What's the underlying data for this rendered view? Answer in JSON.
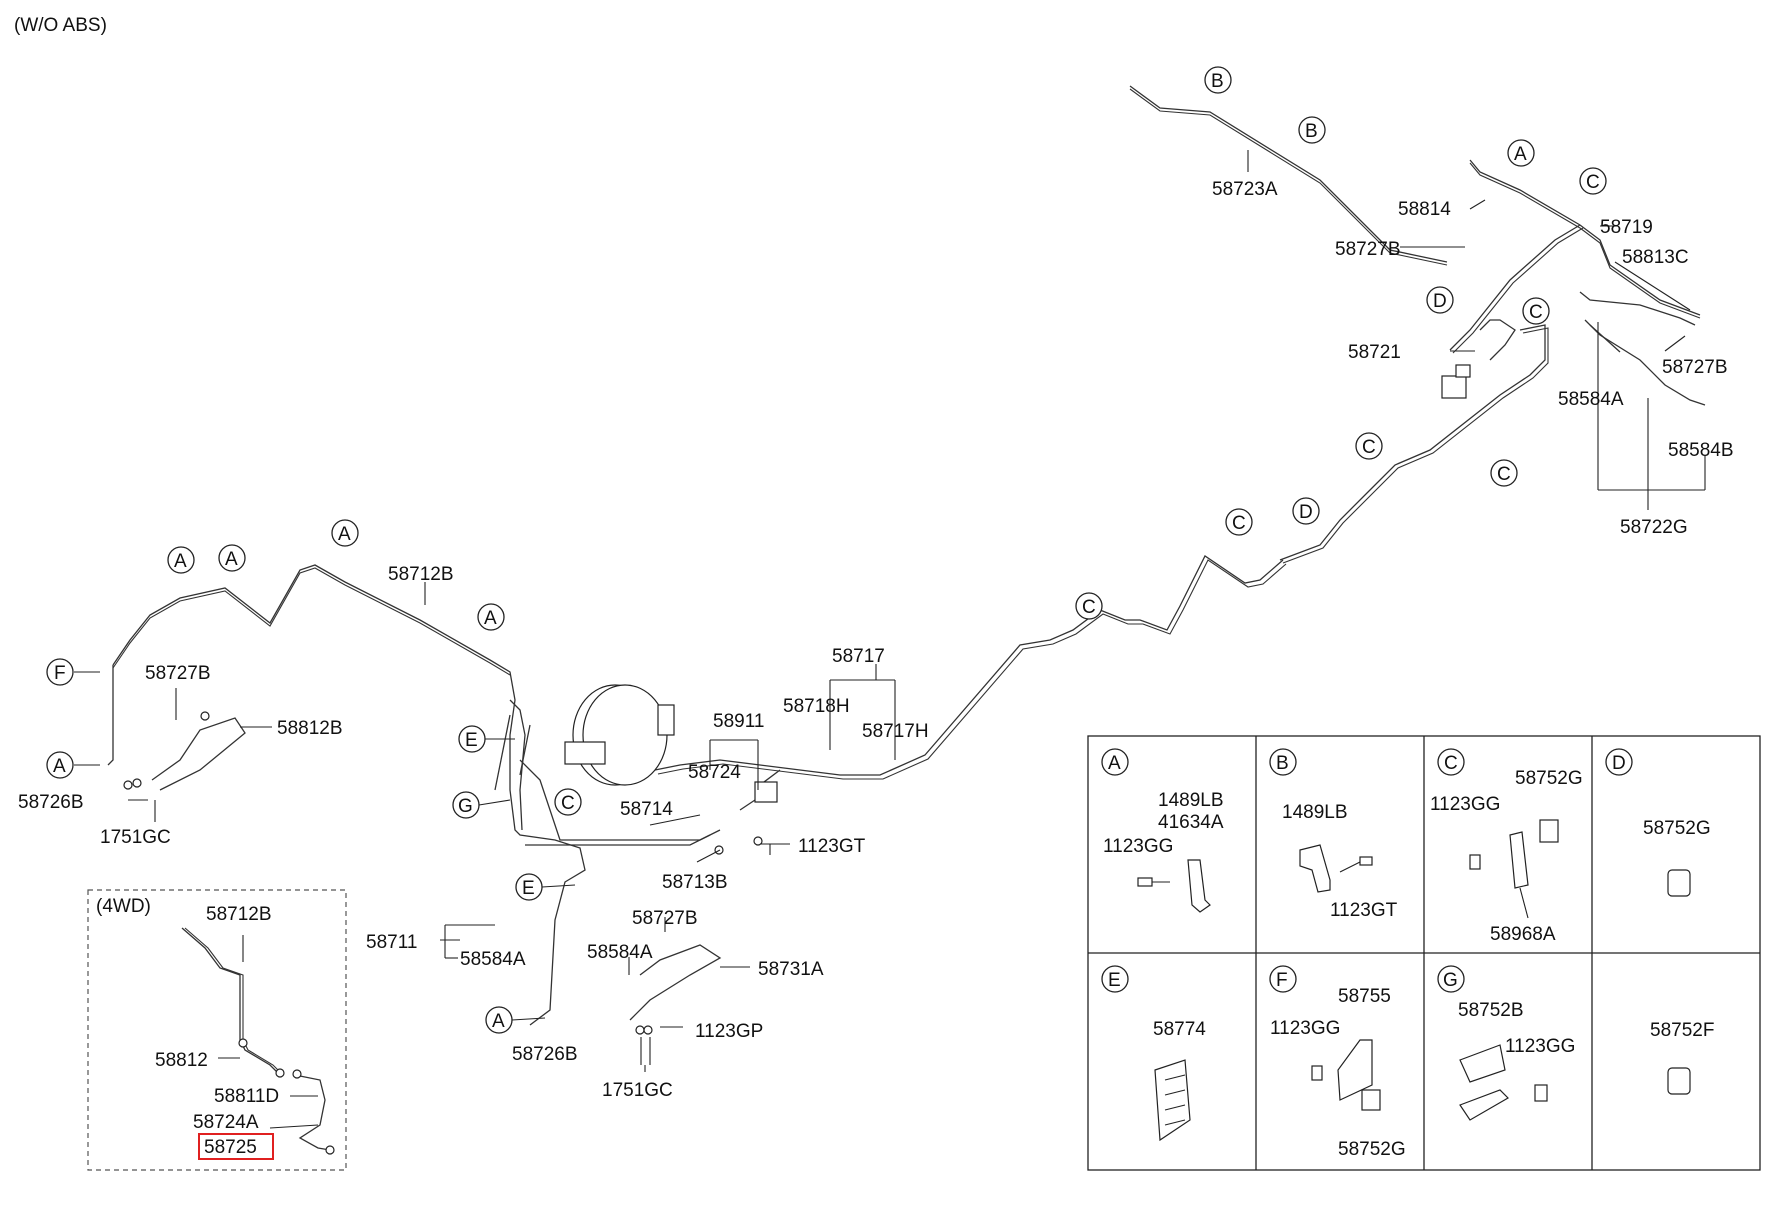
{
  "header": {
    "variant": "(W/O ABS)"
  },
  "inset_title": "(4WD)",
  "highlighted_part": "58725",
  "callouts": [
    "A",
    "B",
    "C",
    "D",
    "E",
    "F",
    "G"
  ],
  "parts": {
    "p58723A": "58723A",
    "p58814": "58814",
    "p58727B_top": "58727B",
    "p58719": "58719",
    "p58813C": "58813C",
    "p58721": "58721",
    "p58727B_right": "58727B",
    "p58584A_right": "58584A",
    "p58584B": "58584B",
    "p58722G": "58722G",
    "p58712B": "58712B",
    "p58727B_left": "58727B",
    "p58812B": "58812B",
    "p58726B_left": "58726B",
    "p1751GC_left": "1751GC",
    "p58717": "58717",
    "p58718H": "58718H",
    "p58717H": "58717H",
    "p58911": "58911",
    "p58724": "58724",
    "p58714": "58714",
    "p1123GT": "1123GT",
    "p58713B": "58713B",
    "p58711": "58711",
    "p58584A_mid": "58584A",
    "p58727B_mid": "58727B",
    "p58584A_mid2": "58584A",
    "p58731A": "58731A",
    "p1123GP": "1123GP",
    "p58726B_mid": "58726B",
    "p1751GC_mid": "1751GC",
    "i58712B": "58712B",
    "i58812": "58812",
    "i58811D": "58811D",
    "i58724A": "58724A",
    "i58725": "58725"
  },
  "legend": {
    "A": {
      "letter": "A",
      "labels": [
        "1489LB",
        "41634A",
        "1123GG"
      ]
    },
    "B": {
      "letter": "B",
      "labels": [
        "1489LB",
        "1123GT"
      ]
    },
    "C": {
      "letter": "C",
      "labels": [
        "1123GG",
        "58752G",
        "58968A"
      ]
    },
    "D": {
      "letter": "D",
      "labels": [
        "58752G"
      ]
    },
    "E": {
      "letter": "E",
      "labels": [
        "58774"
      ]
    },
    "F": {
      "letter": "F",
      "labels": [
        "1123GG",
        "58755",
        "58752G"
      ]
    },
    "G": {
      "letter": "G",
      "labels": [
        "58752B",
        "1123GG"
      ]
    },
    "H": {
      "letter": "",
      "labels": [
        "58752F"
      ]
    }
  }
}
